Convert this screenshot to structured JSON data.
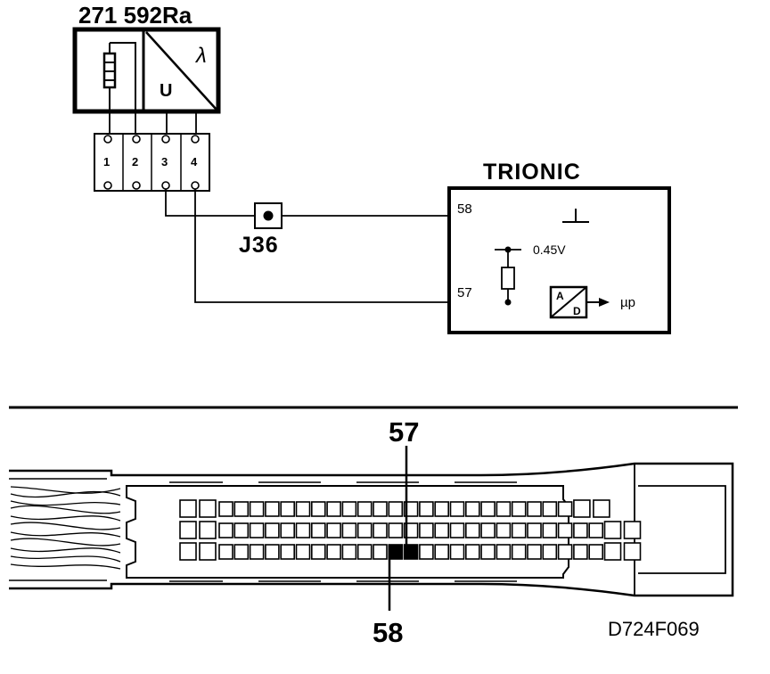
{
  "sensor": {
    "part_number": "271 592Ra",
    "lambda_symbol": "λ",
    "voltage_symbol": "U"
  },
  "connector": {
    "pins": [
      "1",
      "2",
      "3",
      "4"
    ]
  },
  "junction": {
    "label": "J36"
  },
  "ecu": {
    "title": "TRIONIC",
    "pin_58_label": "58",
    "pin_57_label": "57",
    "reference_voltage": "0.45V",
    "ad_a": "A",
    "ad_d": "D",
    "output_label": "µp"
  },
  "connector_view": {
    "callout_top": "57",
    "callout_bottom": "58",
    "rows": [
      {
        "row": "top",
        "pins": 27
      },
      {
        "row": "middle",
        "pins": 29
      },
      {
        "row": "bottom",
        "pins": 29
      }
    ],
    "highlighted_pins": [
      "57",
      "58"
    ]
  },
  "figure_id": "D724F069"
}
